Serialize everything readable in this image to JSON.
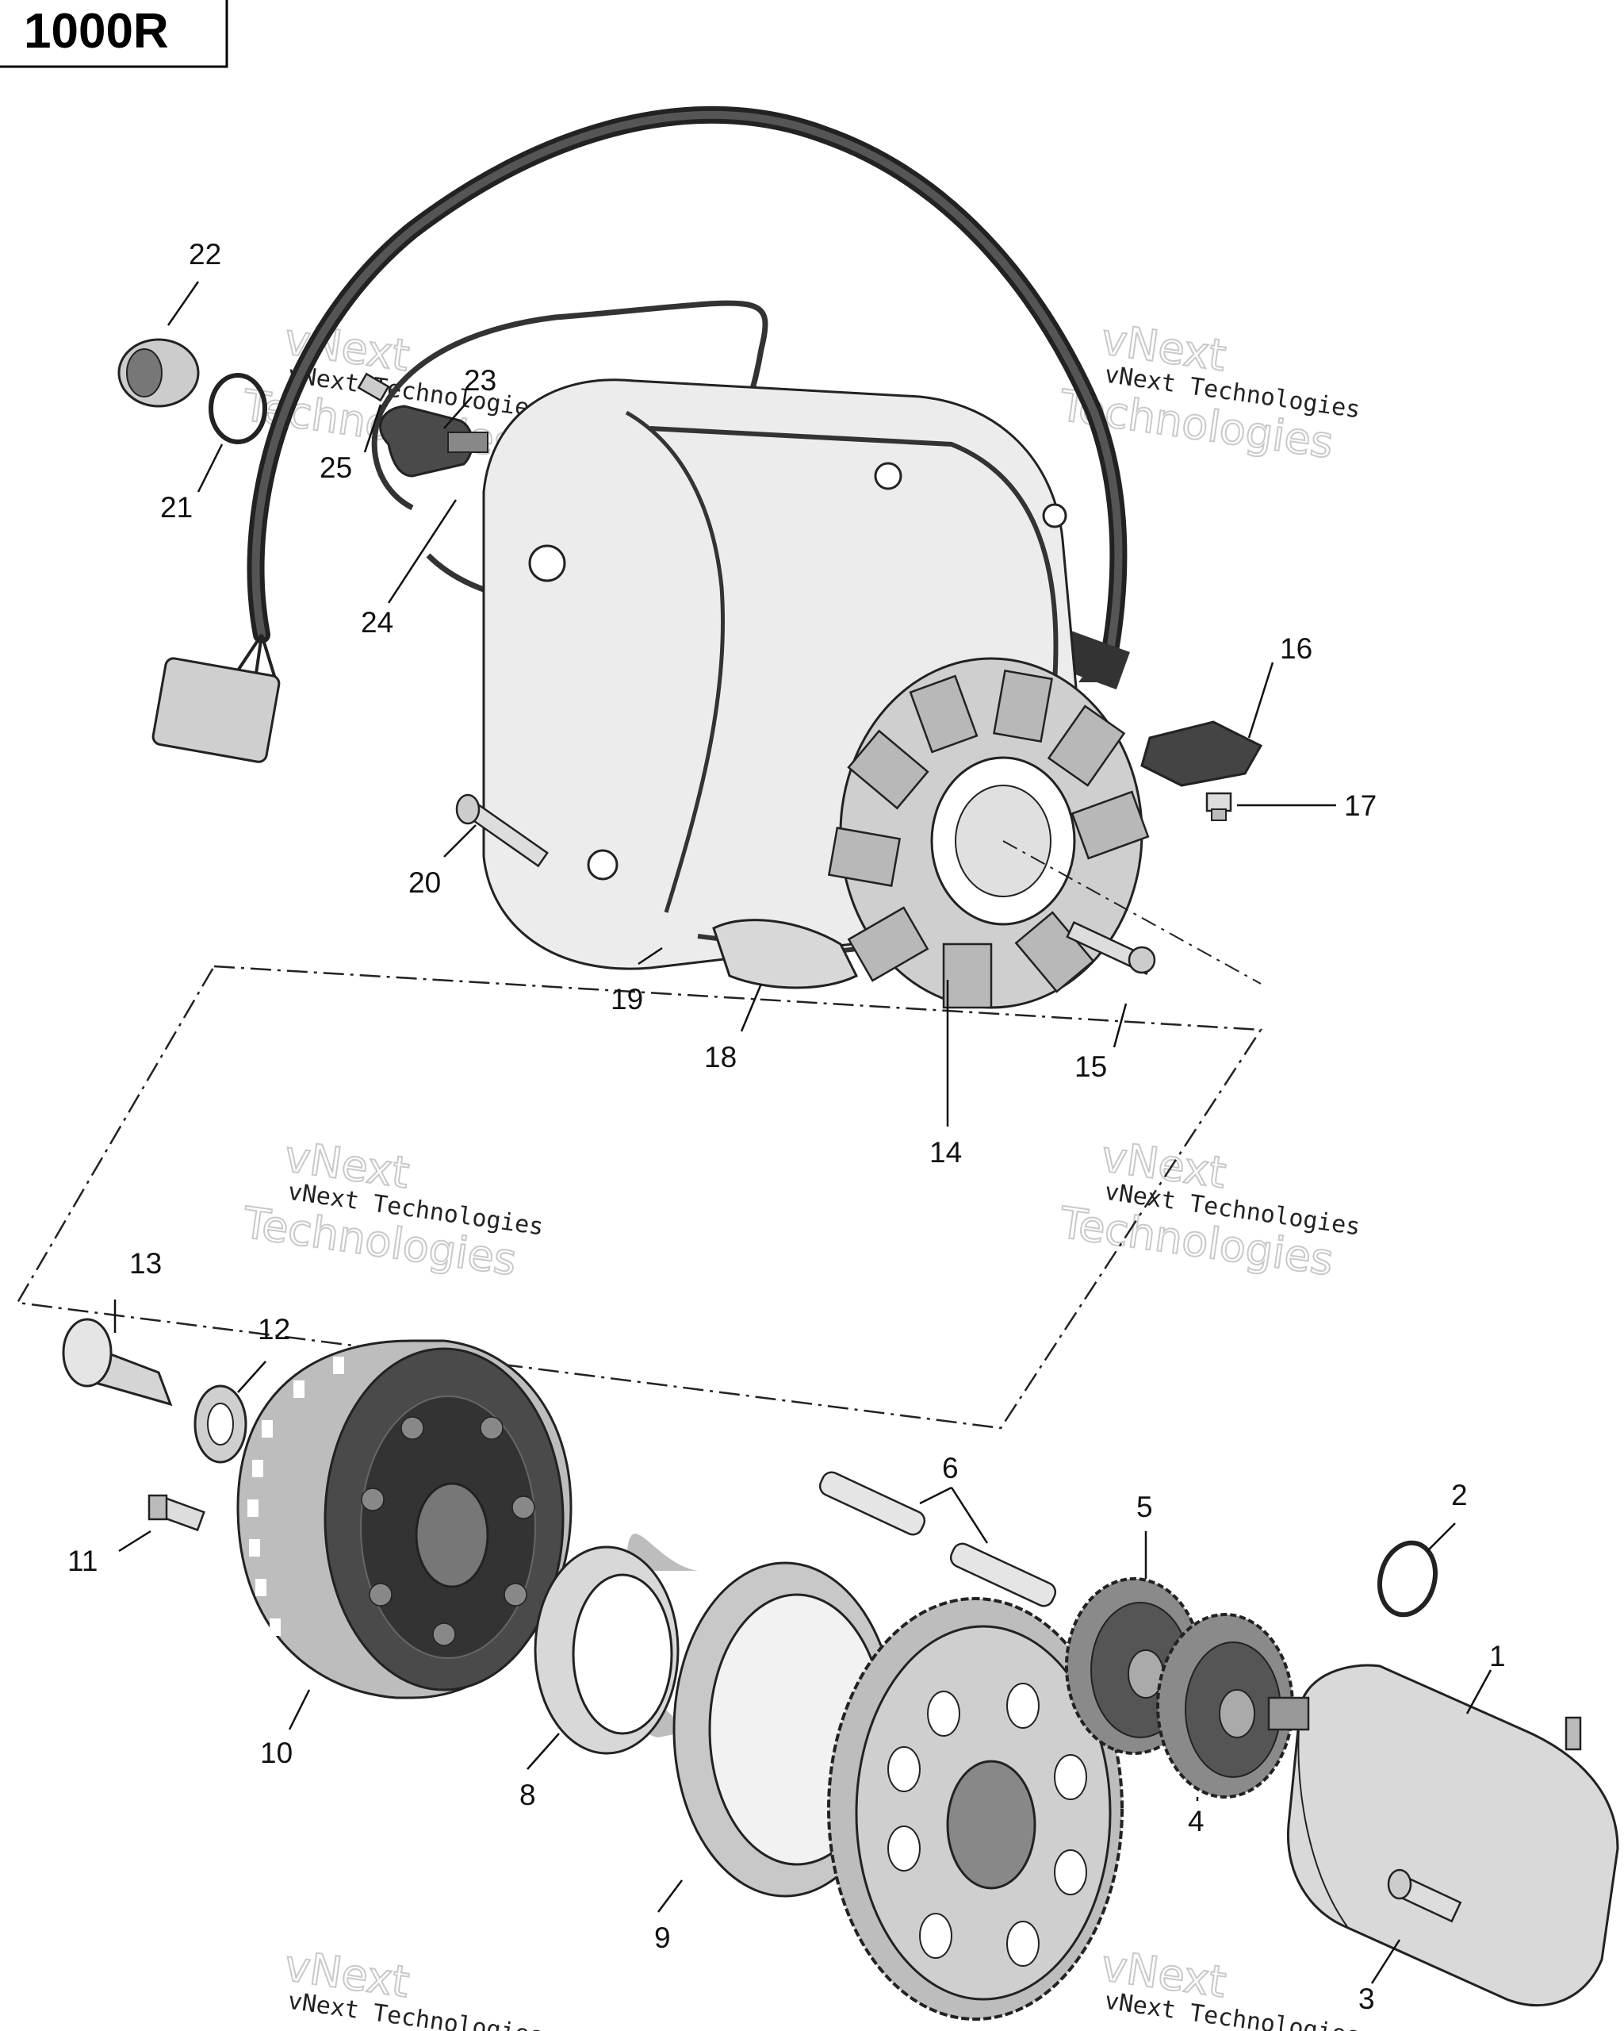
{
  "model_label": "1000R",
  "watermark": {
    "line1": "vNext Technologies",
    "ghost_word1": "vNext",
    "ghost_word2": "Technologies"
  },
  "callouts": [
    "1",
    "2",
    "3",
    "4",
    "5",
    "6",
    "8",
    "9",
    "10",
    "11",
    "12",
    "13",
    "14",
    "15",
    "16",
    "17",
    "18",
    "19",
    "20",
    "21",
    "22",
    "23",
    "24",
    "25"
  ],
  "colors": {
    "line": "#222222",
    "part_light": "#e9e9e9",
    "part_mid": "#bdbdbd",
    "part_dark": "#3a3a3a"
  }
}
